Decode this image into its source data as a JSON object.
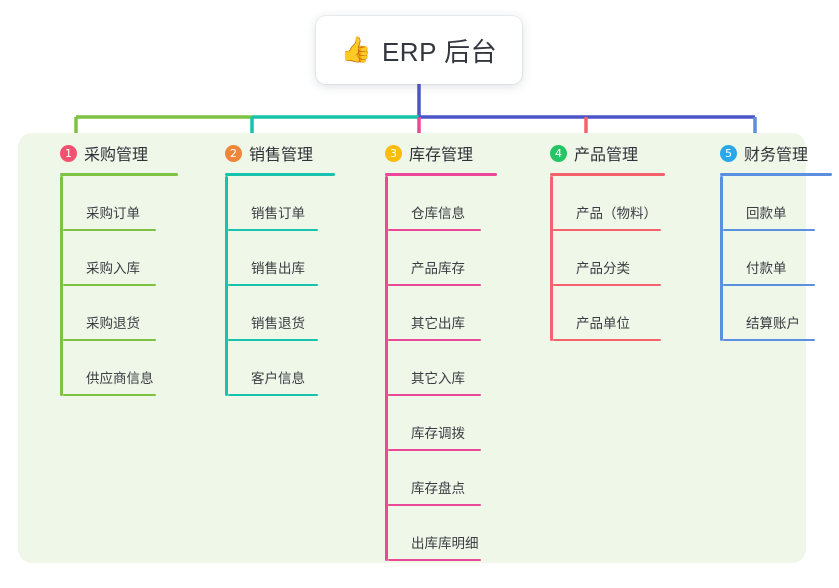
{
  "root": {
    "icon": "thumbs-up-emoji",
    "icon_glyph": "👍",
    "title": "ERP 后台"
  },
  "palette": {
    "page_bg": "#ffffff",
    "panel_bg": "#eff7e9",
    "trunk": "#4a55c8",
    "green": "#7dc242",
    "teal": "#17c3ac",
    "pink": "#ec4899",
    "salmon": "#f4626b",
    "blue": "#5b8fe0",
    "badge_1": "#f25270",
    "badge_2": "#f08639",
    "badge_3": "#fbbc0a",
    "badge_4": "#26c464",
    "badge_5": "#2ba7e8",
    "text": "#3a3d42"
  },
  "columns": [
    {
      "index": "1",
      "badge_color": "#f25270",
      "line_color": "#7dc242",
      "title": "采购管理",
      "items": [
        {
          "label": "采购订单"
        },
        {
          "label": "采购入库"
        },
        {
          "label": "采购退货"
        },
        {
          "label": "供应商信息"
        }
      ]
    },
    {
      "index": "2",
      "badge_color": "#f08639",
      "line_color": "#17c3ac",
      "title": "销售管理",
      "items": [
        {
          "label": "销售订单"
        },
        {
          "label": "销售出库"
        },
        {
          "label": "销售退货"
        },
        {
          "label": "客户信息"
        }
      ]
    },
    {
      "index": "3",
      "badge_color": "#fbbc0a",
      "line_color": "#ec4899",
      "title": "库存管理",
      "items": [
        {
          "label": "仓库信息"
        },
        {
          "label": "产品库存"
        },
        {
          "label": "其它出库"
        },
        {
          "label": "其它入库"
        },
        {
          "label": "库存调拨"
        },
        {
          "label": "库存盘点"
        },
        {
          "label": "出库库明细"
        }
      ]
    },
    {
      "index": "4",
      "badge_color": "#26c464",
      "line_color": "#f4626b",
      "title": "产品管理",
      "items": [
        {
          "label": "产品（物料）"
        },
        {
          "label": "产品分类"
        },
        {
          "label": "产品单位"
        }
      ]
    },
    {
      "index": "5",
      "badge_color": "#2ba7e8",
      "line_color": "#5b8fe0",
      "title": "财务管理",
      "items": [
        {
          "label": "回款单"
        },
        {
          "label": "付款单"
        },
        {
          "label": "结算账户"
        }
      ]
    }
  ]
}
